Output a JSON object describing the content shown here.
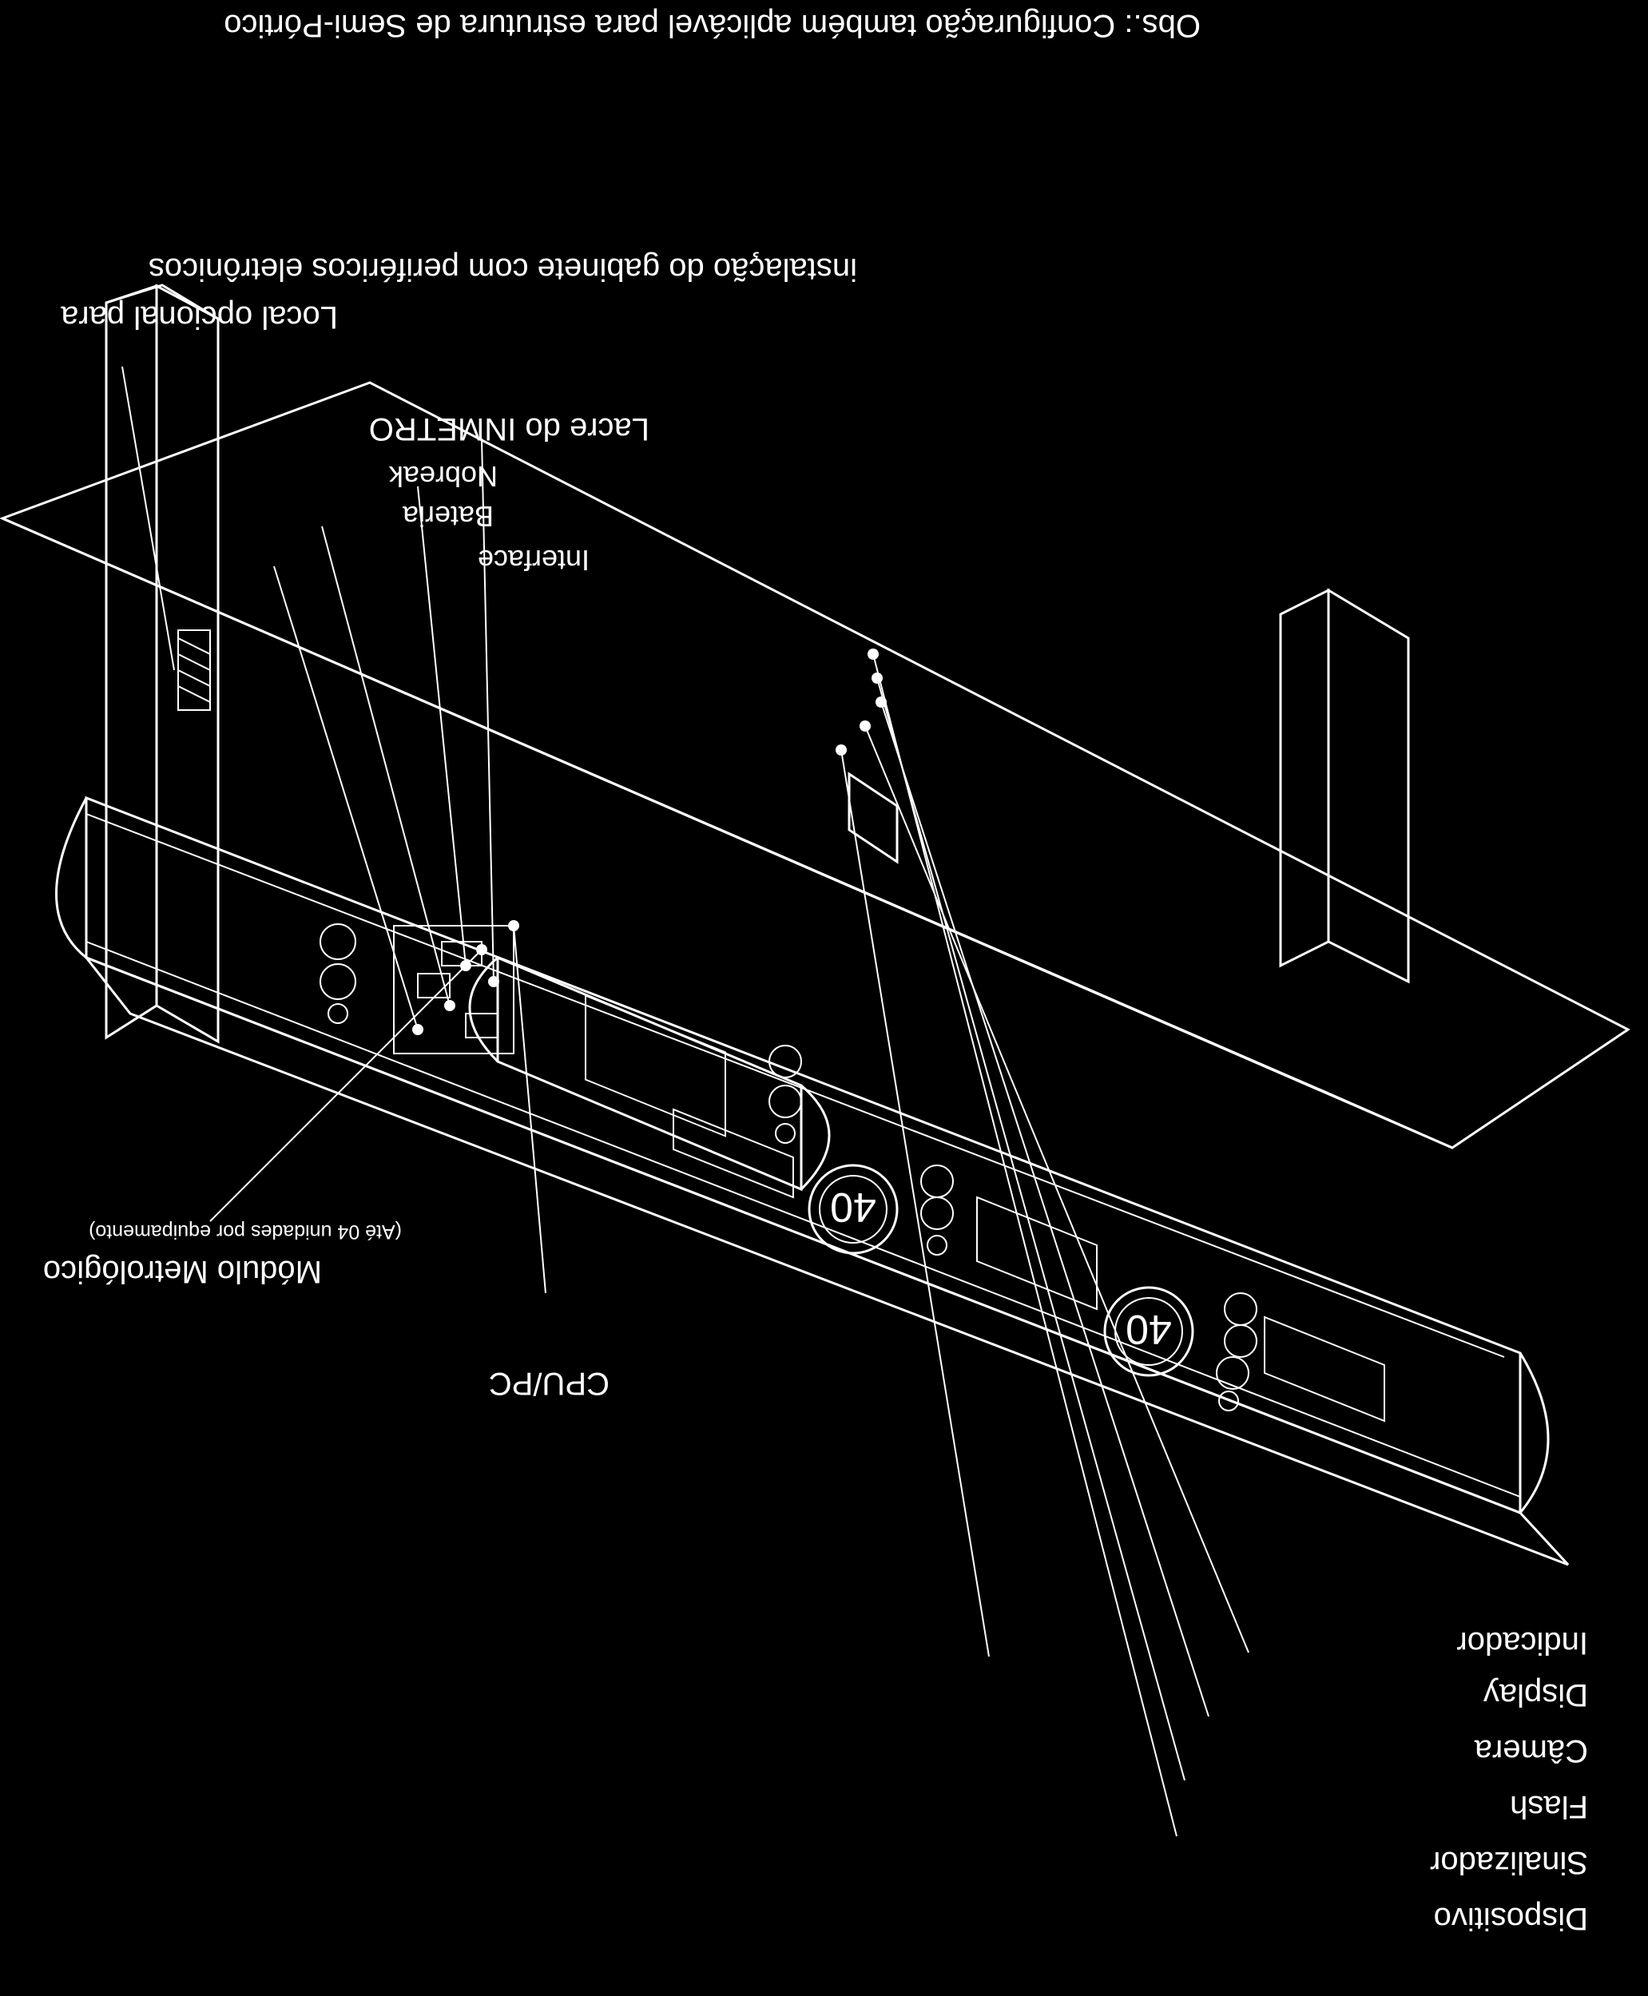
{
  "note": "Obs.: Configuração também aplicável para estrutura de Semi-Pórtico",
  "labels": {
    "optional_line1": "Local opcional para",
    "optional_line2": "instalação do gabinete com periféricos eletrônicos",
    "lacre": "Lacre do INMETRO",
    "nobreak": "Nobreak",
    "bateria": "Bateria",
    "interface": "Interface",
    "modulo": "Módulo Metrológico",
    "modulo_note": "(Até 04 unidades por equipamento)",
    "cpu": "CPU/PC",
    "indicador": "Indicador",
    "display": "Display",
    "camera": "Câmera",
    "flash": "Flash",
    "sinalizador": "Sinalizador",
    "dispositivo": "Dispositivo"
  },
  "speed_signs": [
    "40",
    "40"
  ],
  "colors": {
    "background": "#000000",
    "line": "#ffffff"
  }
}
